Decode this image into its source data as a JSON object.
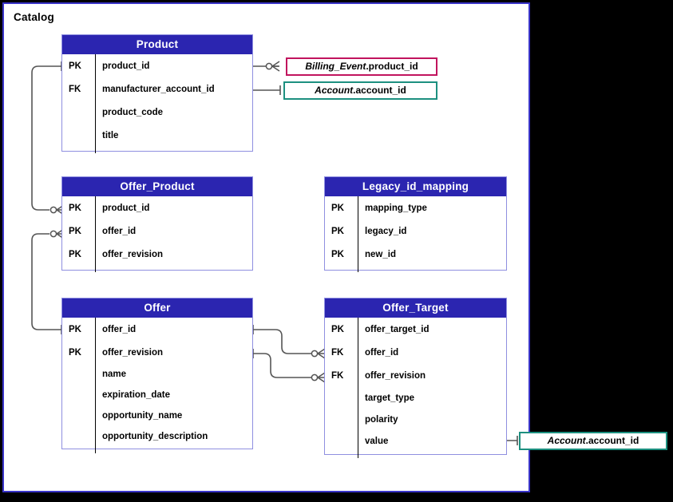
{
  "diagram": {
    "container_label": "Catalog",
    "type": "entity-relationship-diagram",
    "notation": "crow's-foot",
    "colors": {
      "header_fill": "#2b25b0",
      "table_border": "#8f8fe0",
      "container_border": "#3a34c9",
      "external_teal": "#1d9080",
      "external_crimson": "#c1145e",
      "connector_line": "#555555",
      "background": "#000000",
      "canvas": "#ffffff"
    }
  },
  "entities": {
    "product": {
      "title": "Product",
      "attributes": [
        {
          "key": "PK",
          "name": "product_id"
        },
        {
          "key": "FK",
          "name": "manufacturer_account_id"
        },
        {
          "key": "",
          "name": "product_code"
        },
        {
          "key": "",
          "name": "title"
        }
      ]
    },
    "offer_product": {
      "title": "Offer_Product",
      "attributes": [
        {
          "key": "PK",
          "name": "product_id"
        },
        {
          "key": "PK",
          "name": "offer_id"
        },
        {
          "key": "PK",
          "name": "offer_revision"
        }
      ]
    },
    "legacy_id_mapping": {
      "title": "Legacy_id_mapping",
      "attributes": [
        {
          "key": "PK",
          "name": "mapping_type"
        },
        {
          "key": "PK",
          "name": "legacy_id"
        },
        {
          "key": "PK",
          "name": "new_id"
        }
      ]
    },
    "offer": {
      "title": "Offer",
      "attributes": [
        {
          "key": "PK",
          "name": "offer_id"
        },
        {
          "key": "PK",
          "name": "offer_revision"
        },
        {
          "key": "",
          "name": "name"
        },
        {
          "key": "",
          "name": "expiration_date"
        },
        {
          "key": "",
          "name": "opportunity_name"
        },
        {
          "key": "",
          "name": "opportunity_description"
        }
      ]
    },
    "offer_target": {
      "title": "Offer_Target",
      "attributes": [
        {
          "key": "PK",
          "name": "offer_target_id"
        },
        {
          "key": "FK",
          "name": "offer_id"
        },
        {
          "key": "FK",
          "name": "offer_revision"
        },
        {
          "key": "",
          "name": "target_type"
        },
        {
          "key": "",
          "name": "polarity"
        },
        {
          "key": "",
          "name": "value"
        }
      ]
    }
  },
  "external_refs": {
    "billing_event_product_id": {
      "entity": "Billing_Event",
      "attribute": ".product_id",
      "color": "#c1145e"
    },
    "account_account_id_top": {
      "entity": "Account",
      "attribute": ".account_id",
      "color": "#1d9080"
    },
    "account_account_id_bottom": {
      "entity": "Account",
      "attribute": ".account_id",
      "color": "#1d9080"
    }
  },
  "relationships": [
    {
      "from": "Product.product_id",
      "to": "Billing_Event.product_id",
      "from_card": "one",
      "to_card": "many-optional"
    },
    {
      "from": "Product.manufacturer_account_id",
      "to": "Account.account_id",
      "from_card": "many-optional",
      "to_card": "one"
    },
    {
      "from": "Product.product_id",
      "to": "Offer_Product.product_id",
      "from_card": "one",
      "to_card": "many-optional"
    },
    {
      "from": "Offer.offer_id",
      "to": "Offer_Product.offer_id",
      "from_card": "one",
      "to_card": "many-optional"
    },
    {
      "from": "Offer.offer_id",
      "to": "Offer_Target.offer_id",
      "from_card": "one",
      "to_card": "many-optional"
    },
    {
      "from": "Offer.offer_revision",
      "to": "Offer_Target.offer_revision",
      "from_card": "one",
      "to_card": "many-optional"
    },
    {
      "from": "Offer_Target.value",
      "to": "Account.account_id",
      "from_card": "many-optional",
      "to_card": "one"
    }
  ]
}
